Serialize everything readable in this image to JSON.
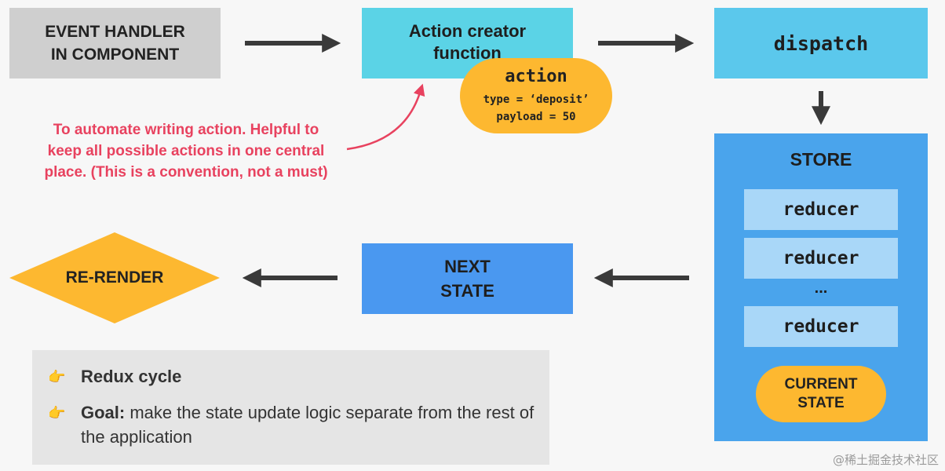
{
  "event_handler": {
    "line1": "EVENT HANDLER",
    "line2": "IN COMPONENT"
  },
  "action_creator": {
    "line1": "Action creator",
    "line2": "function"
  },
  "dispatch": {
    "label": "dispatch"
  },
  "action": {
    "title": "action",
    "type_line": "type = ‘deposit’",
    "payload_line": "payload = 50"
  },
  "note": {
    "line1": "To automate writing action. Helpful to",
    "line2": "keep all possible actions in one central",
    "line3": "place. (This is a convention, not a must)"
  },
  "store": {
    "label": "STORE",
    "reducers": [
      "reducer",
      "reducer",
      "reducer"
    ],
    "ellipsis": "...",
    "current_state": {
      "line1": "CURRENT",
      "line2": "STATE"
    }
  },
  "next_state": {
    "line1": "NEXT",
    "line2": "STATE"
  },
  "rerender": {
    "label": "RE-RENDER"
  },
  "panel": {
    "bullet_icon": "pointing-hand-icon",
    "item1": "Redux cycle",
    "item2_bold": "Goal:",
    "item2_rest": " make the state update logic separate from the rest of the application"
  },
  "watermark": "@稀土掘金技术社区",
  "colors": {
    "event_gray": "#cfcfcf",
    "creator_cyan": "#5bd3e6",
    "dispatch_blue": "#5bc8ec",
    "store_blue": "#4aa4ec",
    "reducer_light": "#a9d7f8",
    "next_state_blue": "#4a98f0",
    "orange": "#fdb830",
    "note_red": "#e8425f",
    "arrow_dark": "#3a3a3a"
  }
}
